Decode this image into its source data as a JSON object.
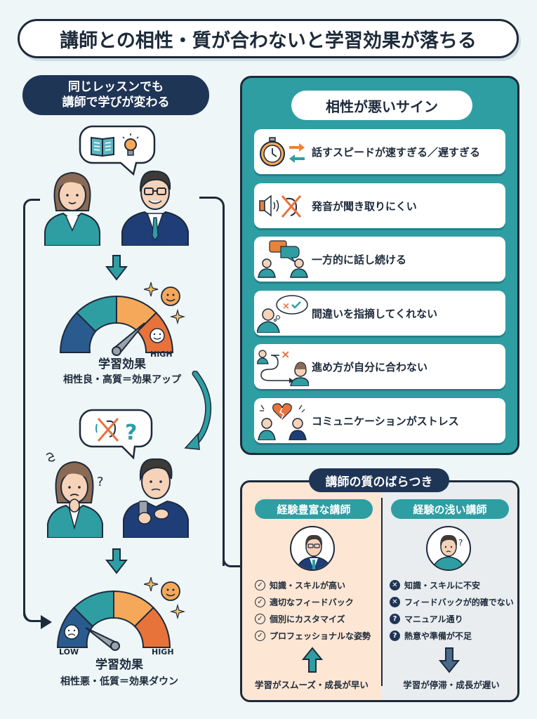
{
  "title": "講師との相性・質が合わないと学習効果が落ちる",
  "left": {
    "pill_line1": "同じレッスンでも",
    "pill_line2": "講師で学びが変わる",
    "gauge_good": {
      "tick_high": "HIGH",
      "label_main": "学習効果",
      "label_sub": "相性良・高質＝効果アップ"
    },
    "gauge_bad": {
      "tick_low": "LOW",
      "tick_high": "HIGH",
      "label_main": "学習効果",
      "label_sub": "相性悪・低質＝効果ダウン"
    },
    "question_mark": "?"
  },
  "signs": {
    "title": "相性が悪いサイン",
    "items": [
      {
        "icon": "stopwatch-swap-icon",
        "text": "話すスピードが速すぎる／遅すぎる"
      },
      {
        "icon": "speaker-ear-crossed-icon",
        "text": "発音が聞き取りにくい"
      },
      {
        "icon": "one-sided-talk-icon",
        "text": "一方的に話し続ける"
      },
      {
        "icon": "thought-mistake-icon",
        "text": "間違いを指摘してくれない"
      },
      {
        "icon": "winding-path-icon",
        "text": "進め方が自分に合わない"
      },
      {
        "icon": "broken-heart-icon",
        "text": "コミュニケーションがストレス"
      }
    ]
  },
  "quality": {
    "title": "講師の質のばらつき",
    "experienced": {
      "label": "経験豊富な講師",
      "items": [
        {
          "mark": "✓",
          "text": "知識・スキルが高い"
        },
        {
          "mark": "✓",
          "text": "適切なフィードバック"
        },
        {
          "mark": "✓",
          "text": "個別にカスタマイズ"
        },
        {
          "mark": "✓",
          "text": "プロフェッショナルな姿勢"
        }
      ],
      "result": "学習がスムーズ・成長が早い"
    },
    "inexperienced": {
      "label": "経験の浅い講師",
      "items": [
        {
          "mark": "✕",
          "text": "知識・スキルに不安"
        },
        {
          "mark": "✕",
          "text": "フィードバックが的確でない"
        },
        {
          "mark": "?",
          "text": "マニュアル通り"
        },
        {
          "mark": "?",
          "text": "熱意や準備が不足"
        }
      ],
      "result": "学習が停滞・成長が遅い"
    }
  },
  "colors": {
    "navy": "#1f3556",
    "teal": "#2e9ea3",
    "orange": "#e8833a",
    "light_orange": "#f5a85a",
    "background": "#eef6f8"
  }
}
